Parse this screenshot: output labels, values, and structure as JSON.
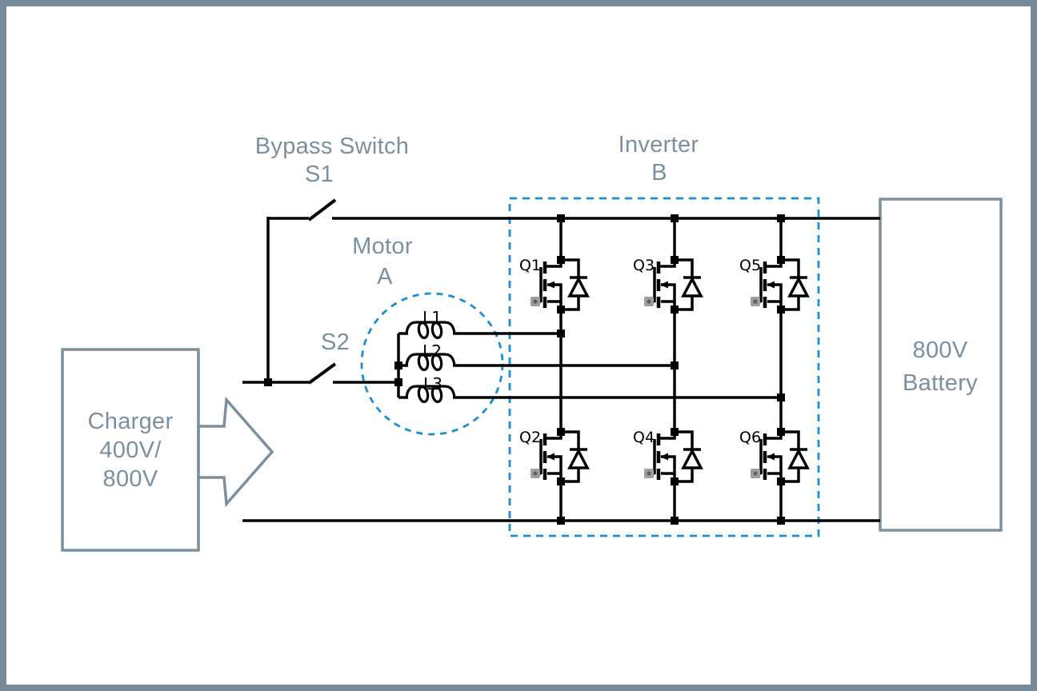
{
  "diagram": {
    "annotations": {
      "bypass_switch": {
        "line1": "Bypass Switch",
        "line2": "S1"
      },
      "switch_s2": "S2",
      "motor": {
        "line1": "Motor",
        "line2": "A"
      },
      "inverter": {
        "line1": "Inverter",
        "line2": "B"
      }
    },
    "charger": {
      "line1": "Charger",
      "line2": "400V/",
      "line3": "800V"
    },
    "battery": {
      "line1": "800V",
      "line2": "Battery"
    },
    "transistors": [
      "Q1",
      "Q2",
      "Q3",
      "Q4",
      "Q5",
      "Q6"
    ],
    "inductors": [
      "L1",
      "L2",
      "L3"
    ],
    "colors": {
      "wire": "#000000",
      "label": "#7A90A0",
      "frame": "#75899B",
      "box_stroke": "#7A90A0",
      "dashed_outline": "#188FD0",
      "gate_terminal": "#9E9E9E",
      "background": "#FFFFFF"
    }
  }
}
